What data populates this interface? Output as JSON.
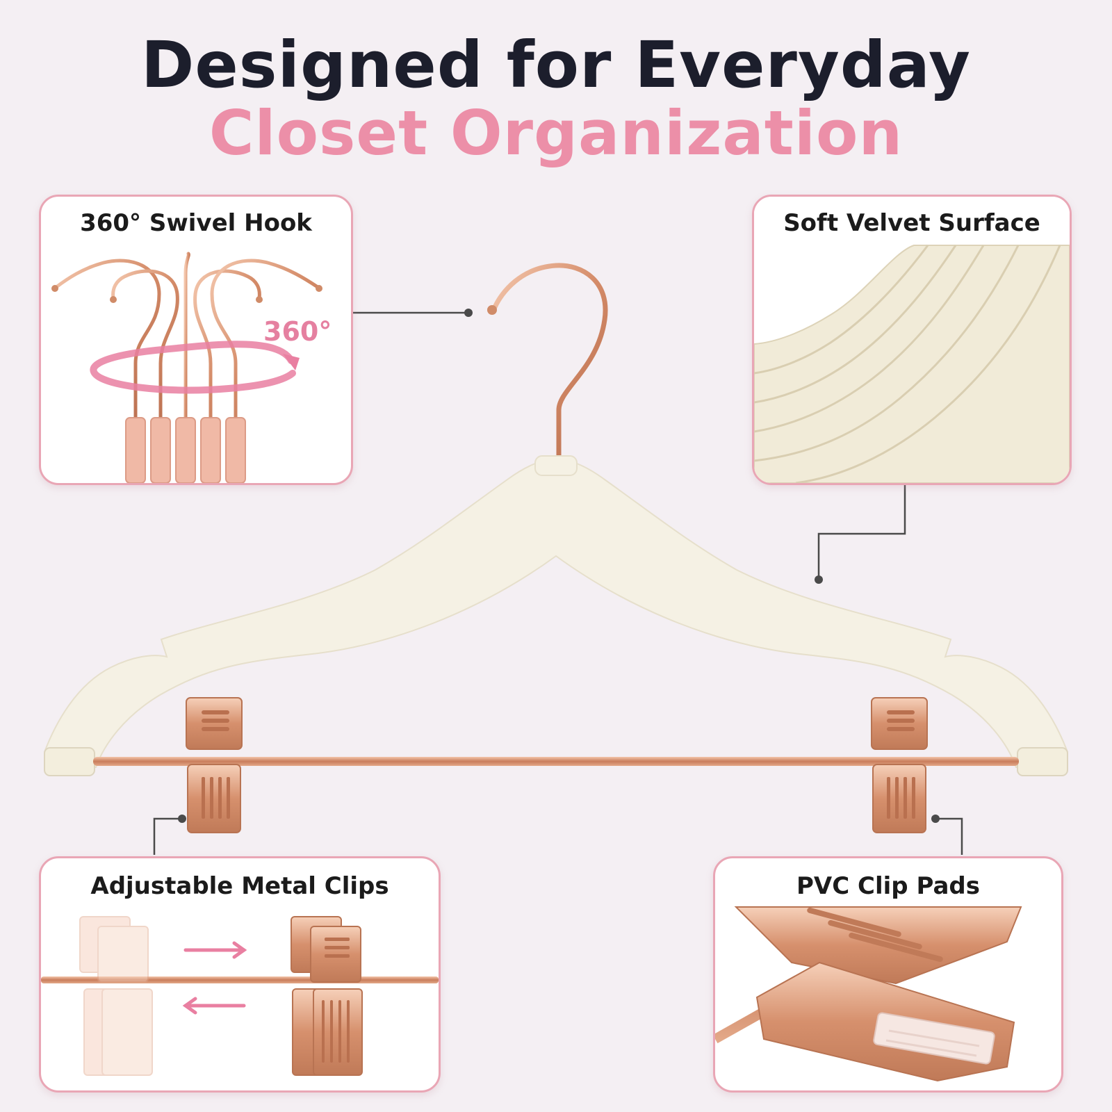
{
  "headline": {
    "line1": "Designed for Everyday",
    "line2": "Closet Organization"
  },
  "features": {
    "swivel_hook": {
      "title": "360° Swivel Hook",
      "badge": "360°"
    },
    "velvet_surface": {
      "title": "Soft Velvet Surface"
    },
    "metal_clips": {
      "title": "Adjustable Metal Clips"
    },
    "clip_pads": {
      "title": "PVC Clip Pads"
    }
  },
  "colors": {
    "background": "#f4eff3",
    "headline_dark": "#1c1e2c",
    "headline_pink": "#ec8fa8",
    "card_border": "#e9a6b5",
    "rose_gold": "#d9916f",
    "velvet_ivory": "#f5f1e4",
    "callout_line": "#4a4a4a"
  },
  "icons": [
    "rotation-arrow-icon",
    "arrow-right-icon",
    "arrow-left-icon"
  ]
}
